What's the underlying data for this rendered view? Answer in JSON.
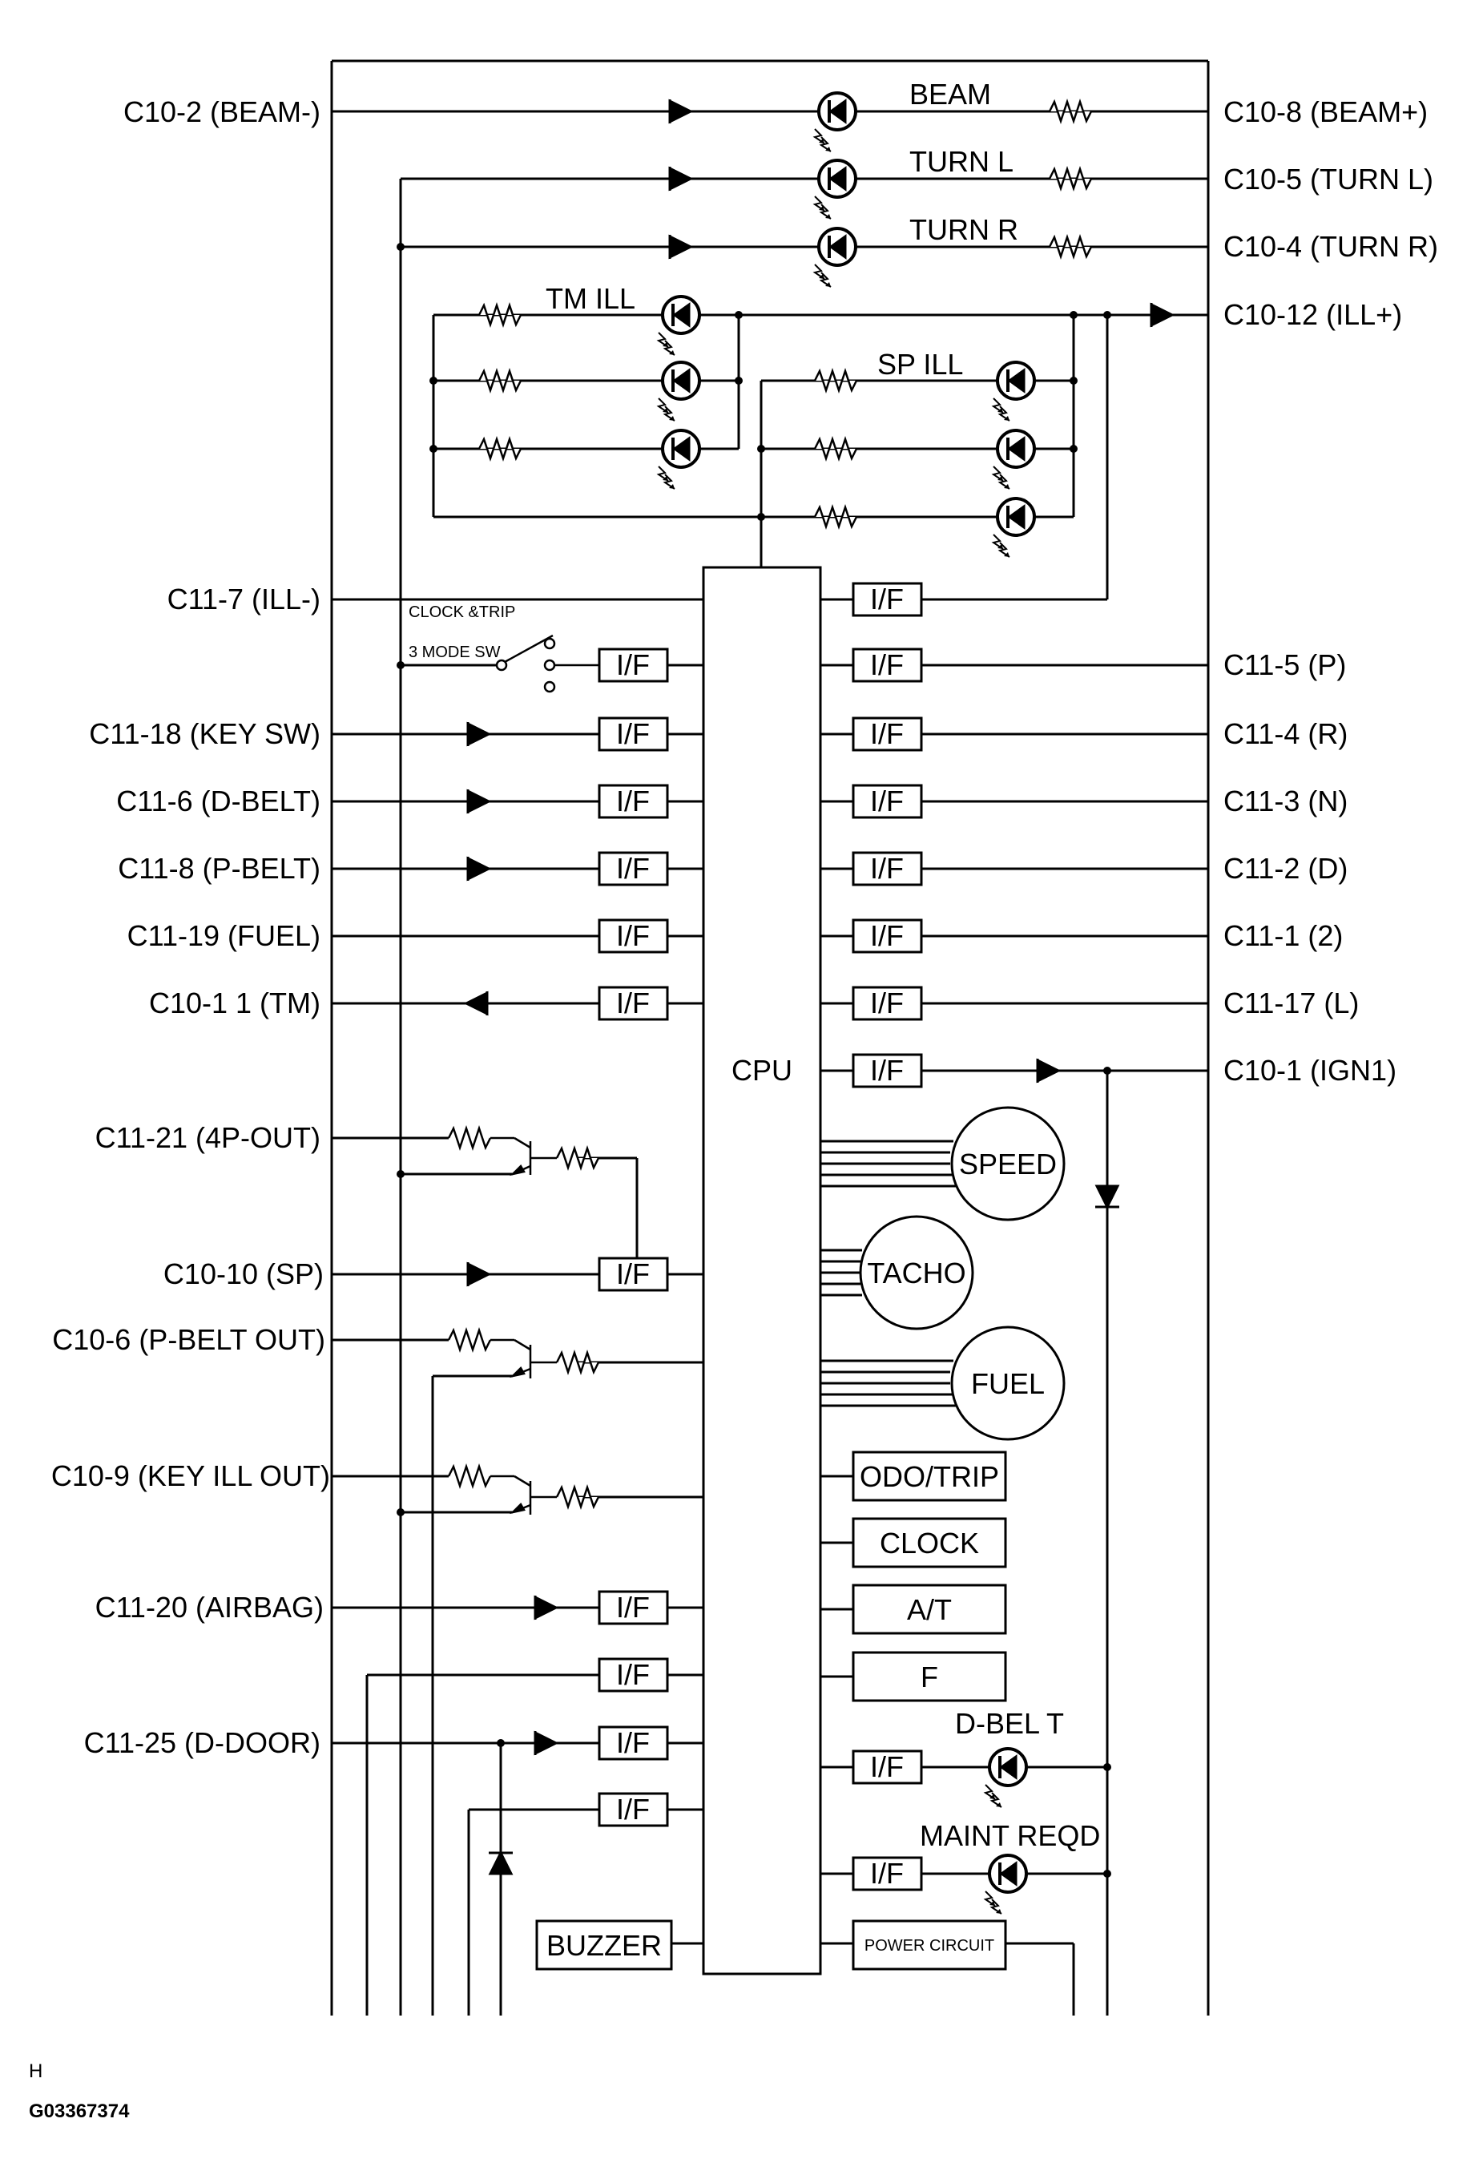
{
  "labels_left": [
    {
      "key": "c10_2",
      "text": "C10-2  (BEAM-)"
    },
    {
      "key": "c11_7",
      "text": "C11-7  (ILL-)"
    },
    {
      "key": "c11_18",
      "text": "C11-18 (KEY SW)"
    },
    {
      "key": "c11_6",
      "text": "C11-6  (D-BELT)"
    },
    {
      "key": "c11_8",
      "text": "C11-8  (P-BELT)"
    },
    {
      "key": "c11_19",
      "text": "C11-19 (FUEL)"
    },
    {
      "key": "c10_11",
      "text": "C10-1 1 (TM)"
    },
    {
      "key": "c11_21",
      "text": "C11-21  (4P-OUT)"
    },
    {
      "key": "c10_10",
      "text": "C10-10  (SP)"
    },
    {
      "key": "c10_6",
      "text": "C10-6  (P-BELT OUT)"
    },
    {
      "key": "c10_9",
      "text": "C10-9 (KEY ILL OUT)"
    },
    {
      "key": "c11_20",
      "text": "C11-20  (AIRBAG)"
    },
    {
      "key": "c11_25",
      "text": "C11-25  (D-DOOR)"
    }
  ],
  "labels_right": [
    {
      "key": "c10_8",
      "text": "C10-8  (BEAM+)"
    },
    {
      "key": "c10_5",
      "text": "C10-5 (TURN L)"
    },
    {
      "key": "c10_4",
      "text": "C10-4  (TURN R)"
    },
    {
      "key": "c10_12",
      "text": "C10-12  (ILL+)"
    },
    {
      "key": "c11_5",
      "text": "C11-5  (P)"
    },
    {
      "key": "c11_4",
      "text": "C11-4  (R)"
    },
    {
      "key": "c11_3",
      "text": "C11-3  (N)"
    },
    {
      "key": "c11_2",
      "text": "C11-2  (D)"
    },
    {
      "key": "c11_1",
      "text": "C11-1  (2)"
    },
    {
      "key": "c11_17",
      "text": "C11-17  (L)"
    },
    {
      "key": "c10_1",
      "text": "C10-1  (IGN1)"
    }
  ],
  "indicators": {
    "beam": "BEAM",
    "turn_l": "TURN L",
    "turn_r": "TURN R",
    "tm_ill": "TM ILL",
    "sp_ill": "SP ILL",
    "d_belt": "D-BEL T",
    "maint_reqd": "MAINT REQD"
  },
  "switch": {
    "line1": "CLOCK &TRIP",
    "line2": "3 MODE SW"
  },
  "cpu": "CPU",
  "if_label": "I/F",
  "gauges": {
    "speed": "SPEED",
    "tacho": "TACHO",
    "fuel": "FUEL"
  },
  "blocks": {
    "odo_trip": "ODO/TRIP",
    "clock": "CLOCK",
    "at": "A/T",
    "f": "F",
    "buzzer": "BUZZER",
    "power": "POWER CIRCUIT"
  },
  "footer": {
    "letter": "H",
    "code": "G03367374"
  }
}
